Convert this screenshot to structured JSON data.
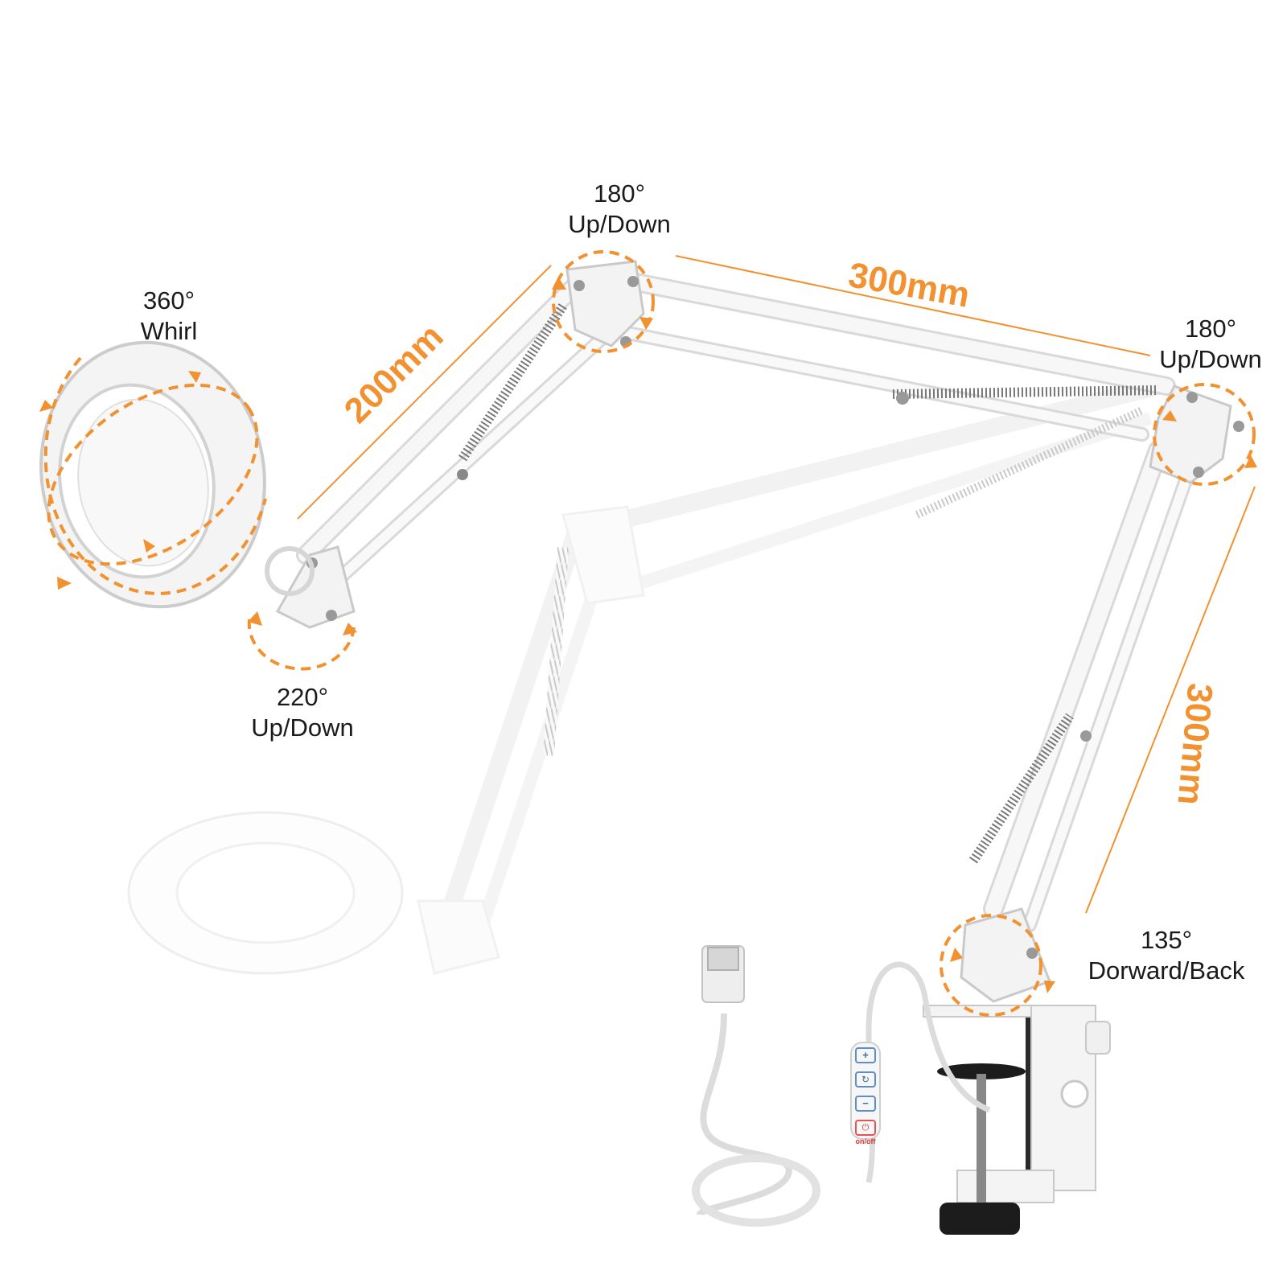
{
  "labels": {
    "lens_rotation": {
      "angle": "360°",
      "text": "Whirl"
    },
    "top_joint": {
      "angle": "180°",
      "text": "Up/Down"
    },
    "right_joint": {
      "angle": "180°",
      "text": "Up/Down"
    },
    "head_joint": {
      "angle": "220°",
      "text": "Up/Down"
    },
    "base_joint": {
      "angle": "135°",
      "text": "Dorward/Back"
    }
  },
  "dimensions": {
    "lower_arm": "200mm",
    "upper_arm": "300mm",
    "vertical_arm": "300mm"
  },
  "controller": {
    "buttons": [
      "+",
      "↻",
      "−",
      "⏻"
    ],
    "power_caption": "on/off"
  },
  "colors": {
    "accent": "#f29130",
    "lamp_body": "#f2f2f2",
    "outline": "#d8d8d8",
    "text": "#1a1a1a",
    "knob": "#1c1c1c"
  }
}
